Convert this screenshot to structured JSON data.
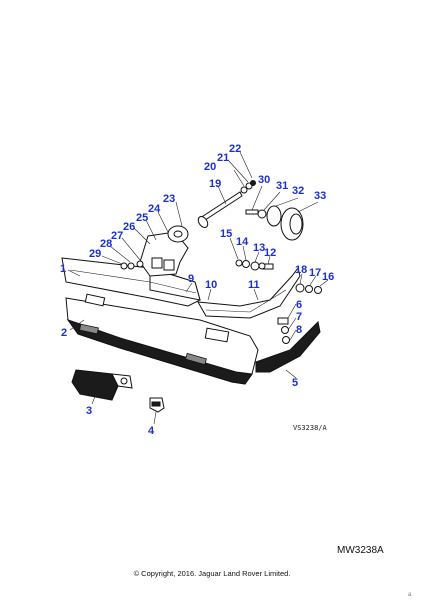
{
  "drawing": {
    "reference_code": "VS3238/A",
    "code": "MW3238A",
    "copyright": "© Copyright, 2016. Jaguar Land Rover Limited.",
    "corner_mark": "a"
  },
  "callouts": [
    {
      "id": "1",
      "label": "1"
    },
    {
      "id": "2",
      "label": "2"
    },
    {
      "id": "3",
      "label": "3"
    },
    {
      "id": "4",
      "label": "4"
    },
    {
      "id": "5",
      "label": "5"
    },
    {
      "id": "6",
      "label": "6"
    },
    {
      "id": "7",
      "label": "7"
    },
    {
      "id": "8",
      "label": "8"
    },
    {
      "id": "9",
      "label": "9"
    },
    {
      "id": "10",
      "label": "10"
    },
    {
      "id": "11",
      "label": "11"
    },
    {
      "id": "12",
      "label": "12"
    },
    {
      "id": "13",
      "label": "13"
    },
    {
      "id": "14",
      "label": "14"
    },
    {
      "id": "15",
      "label": "15"
    },
    {
      "id": "16",
      "label": "16"
    },
    {
      "id": "17",
      "label": "17"
    },
    {
      "id": "18",
      "label": "18"
    },
    {
      "id": "19",
      "label": "19"
    },
    {
      "id": "20",
      "label": "20"
    },
    {
      "id": "21",
      "label": "21"
    },
    {
      "id": "22",
      "label": "22"
    },
    {
      "id": "23",
      "label": "23"
    },
    {
      "id": "24",
      "label": "24"
    },
    {
      "id": "25",
      "label": "25"
    },
    {
      "id": "26",
      "label": "26"
    },
    {
      "id": "27",
      "label": "27"
    },
    {
      "id": "28",
      "label": "28"
    },
    {
      "id": "29",
      "label": "29"
    },
    {
      "id": "30",
      "label": "30"
    },
    {
      "id": "31",
      "label": "31"
    },
    {
      "id": "32",
      "label": "32"
    },
    {
      "id": "33",
      "label": "33"
    }
  ]
}
